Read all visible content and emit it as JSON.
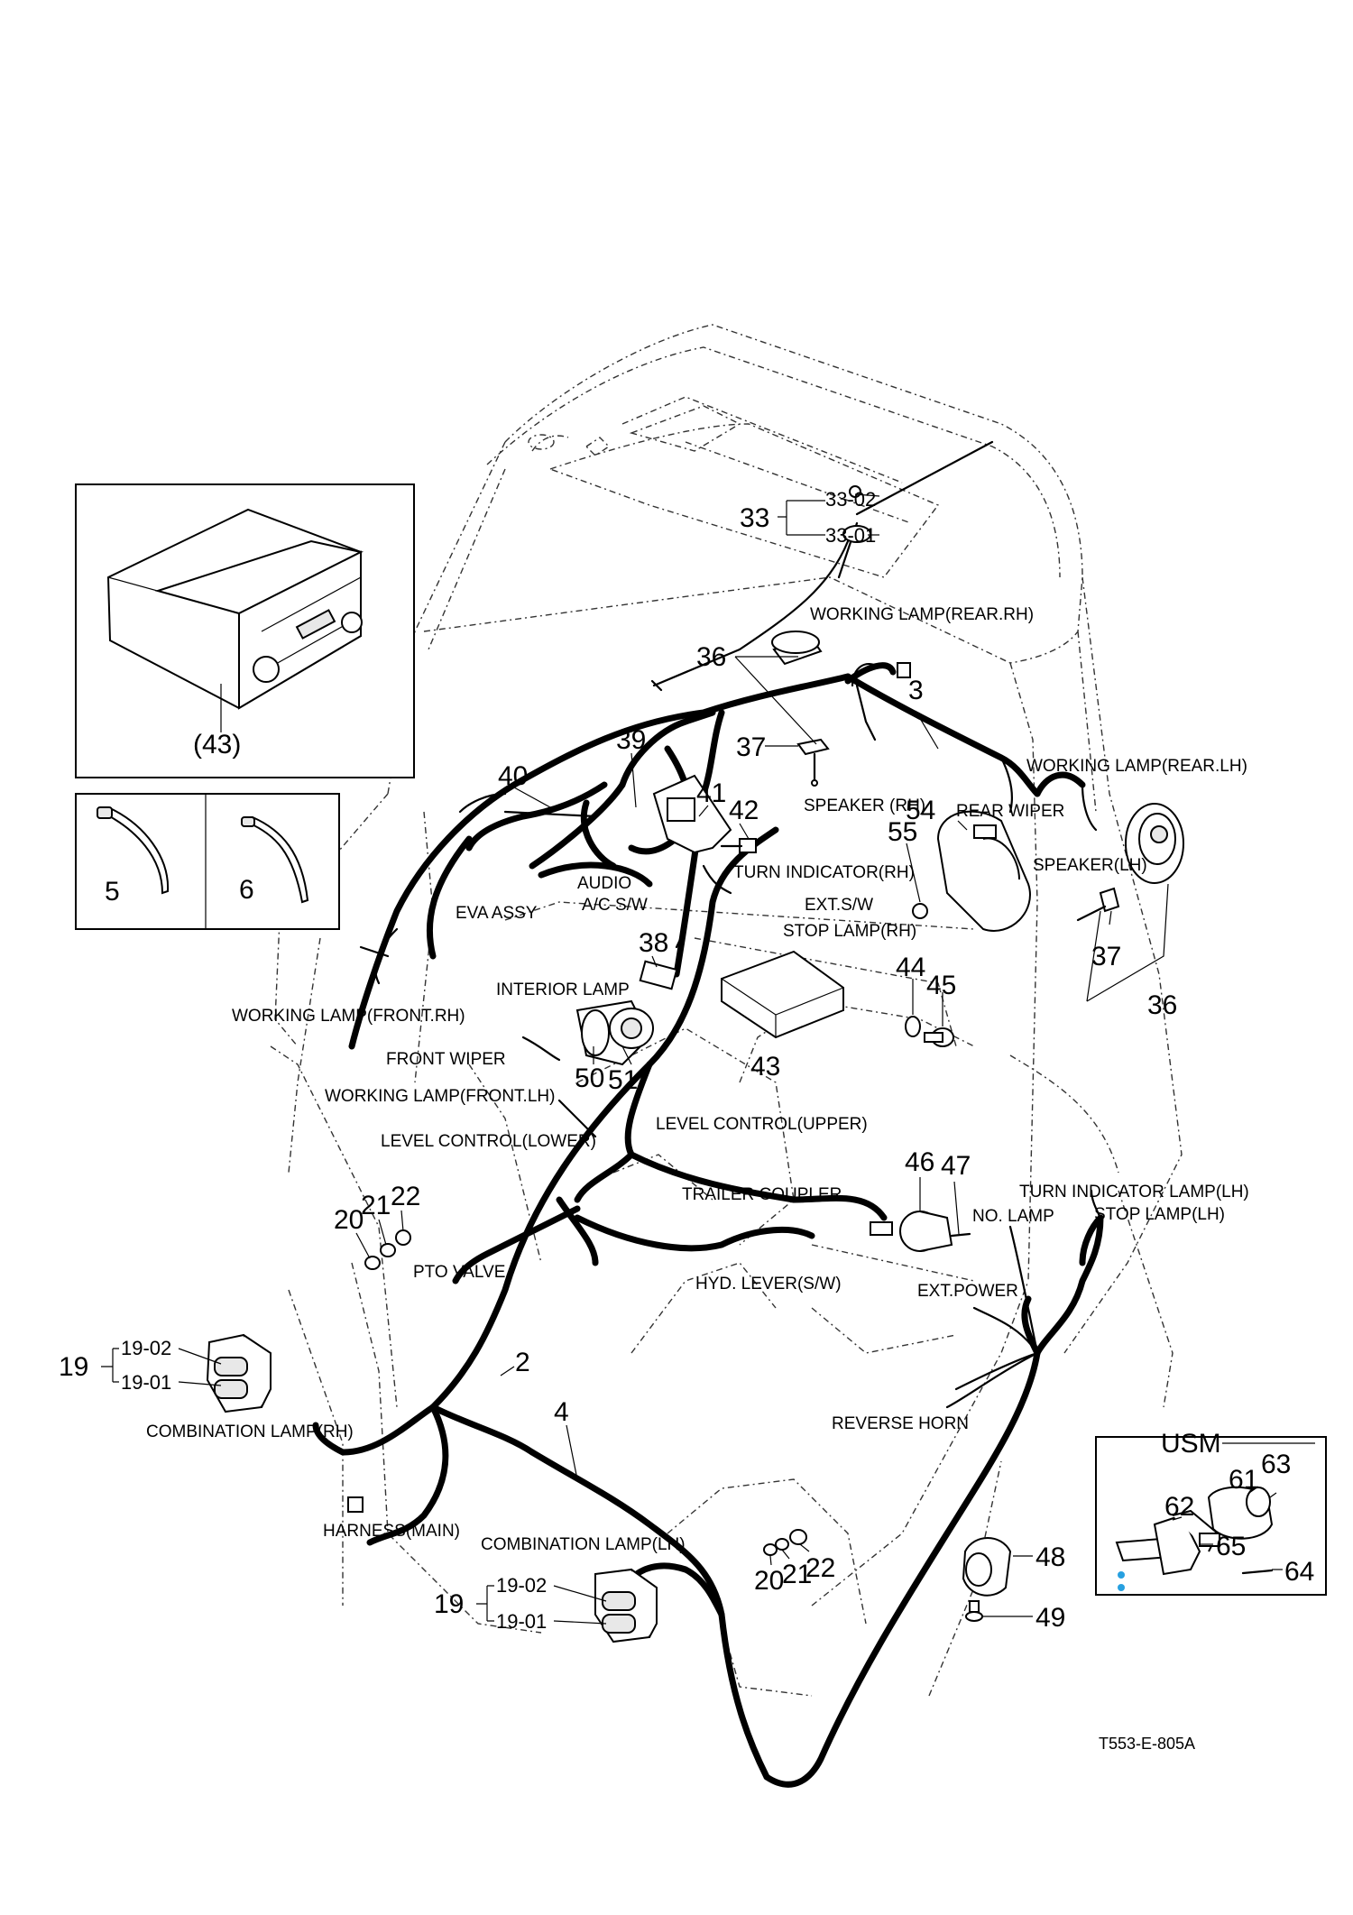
{
  "callouts": {
    "n33": "33",
    "n33_02": "33-02",
    "n33_01": "33-01",
    "n36_top": "36",
    "n36_right": "36",
    "n3": "3",
    "n39": "39",
    "n40": "40",
    "n41": "41",
    "n42": "42",
    "n37_top": "37",
    "n37_right": "37",
    "n38": "38",
    "n54": "54",
    "n55": "55",
    "n44": "44",
    "n45": "45",
    "n43": "43",
    "n43_inset": "(43)",
    "n5": "5",
    "n6": "6",
    "n50": "50",
    "n51": "51",
    "n46": "46",
    "n47": "47",
    "n20_a": "20",
    "n21_a": "21",
    "n22_a": "22",
    "n20_b": "20",
    "n21_b": "21",
    "n22_b": "22",
    "n19_a": "19",
    "n19_02_a": "19-02",
    "n19_01_a": "19-01",
    "n19_b": "19",
    "n19_02_b": "19-02",
    "n19_01_b": "19-01",
    "n2": "2",
    "n4": "4",
    "n48": "48",
    "n49": "49",
    "n61": "61",
    "n62": "62",
    "n63": "63",
    "n64": "64",
    "n65": "65",
    "usm": "USM"
  },
  "labels": {
    "working_lamp_rear_rh": "WORKING LAMP(REAR.RH)",
    "working_lamp_rear_lh": "WORKING LAMP(REAR.LH)",
    "speaker_rh": "SPEAKER (RH)",
    "rear_wiper": "REAR WIPER",
    "speaker_lh": "SPEAKER(LH)",
    "turn_indicator_rh": "TURN INDICATOR(RH)",
    "ext_sw": "EXT.S/W",
    "stop_lamp_rh": "STOP LAMP(RH)",
    "audio": "AUDIO",
    "ac_sw": "A/C S/W",
    "eva_assy": "EVA ASSY",
    "interior_lamp": "INTERIOR LAMP",
    "working_lamp_front_rh": "WORKING LAMP(FRONT.RH)",
    "front_wiper": "FRONT WIPER",
    "working_lamp_front_lh": "WORKING LAMP(FRONT.LH)",
    "level_control_upper": "LEVEL CONTROL(UPPER)",
    "level_control_lower": "LEVEL CONTROL(LOWER)",
    "trailer_coupler": "TRAILER COUPLER",
    "turn_indicator_lamp_lh": "TURN INDICATOR LAMP(LH)",
    "no_lamp": "NO. LAMP",
    "stop_lamp_lh": "STOP LAMP(LH)",
    "pto_valve": "PTO VALVE",
    "hyd_lever_sw": "HYD. LEVER(S/W)",
    "ext_power": "EXT.POWER",
    "reverse_horn": "REVERSE HORN",
    "combination_lamp_rh": "COMBINATION LAMP(RH)",
    "harness_main": "HARNESS(MAIN)",
    "combination_lamp_lh": "COMBINATION LAMP(LH)",
    "drawing_code": "T553-E-805A"
  }
}
